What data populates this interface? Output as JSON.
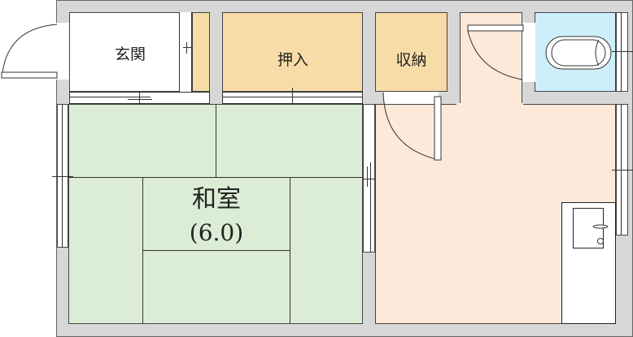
{
  "floorplan": {
    "rooms": [
      {
        "id": "genkan",
        "label": "玄関"
      },
      {
        "id": "oshiire",
        "label": "押入"
      },
      {
        "id": "shuno",
        "label": "収納"
      },
      {
        "id": "washitsu",
        "label": "和室",
        "size": "(6.0)"
      }
    ],
    "colors": {
      "wall": "#d7d7d7",
      "tatami": "#dcedd6",
      "storage": "#f8dca8",
      "floor": "#fde9d9",
      "toilet": "#cdeff9",
      "genkan": "#ffffff"
    }
  }
}
